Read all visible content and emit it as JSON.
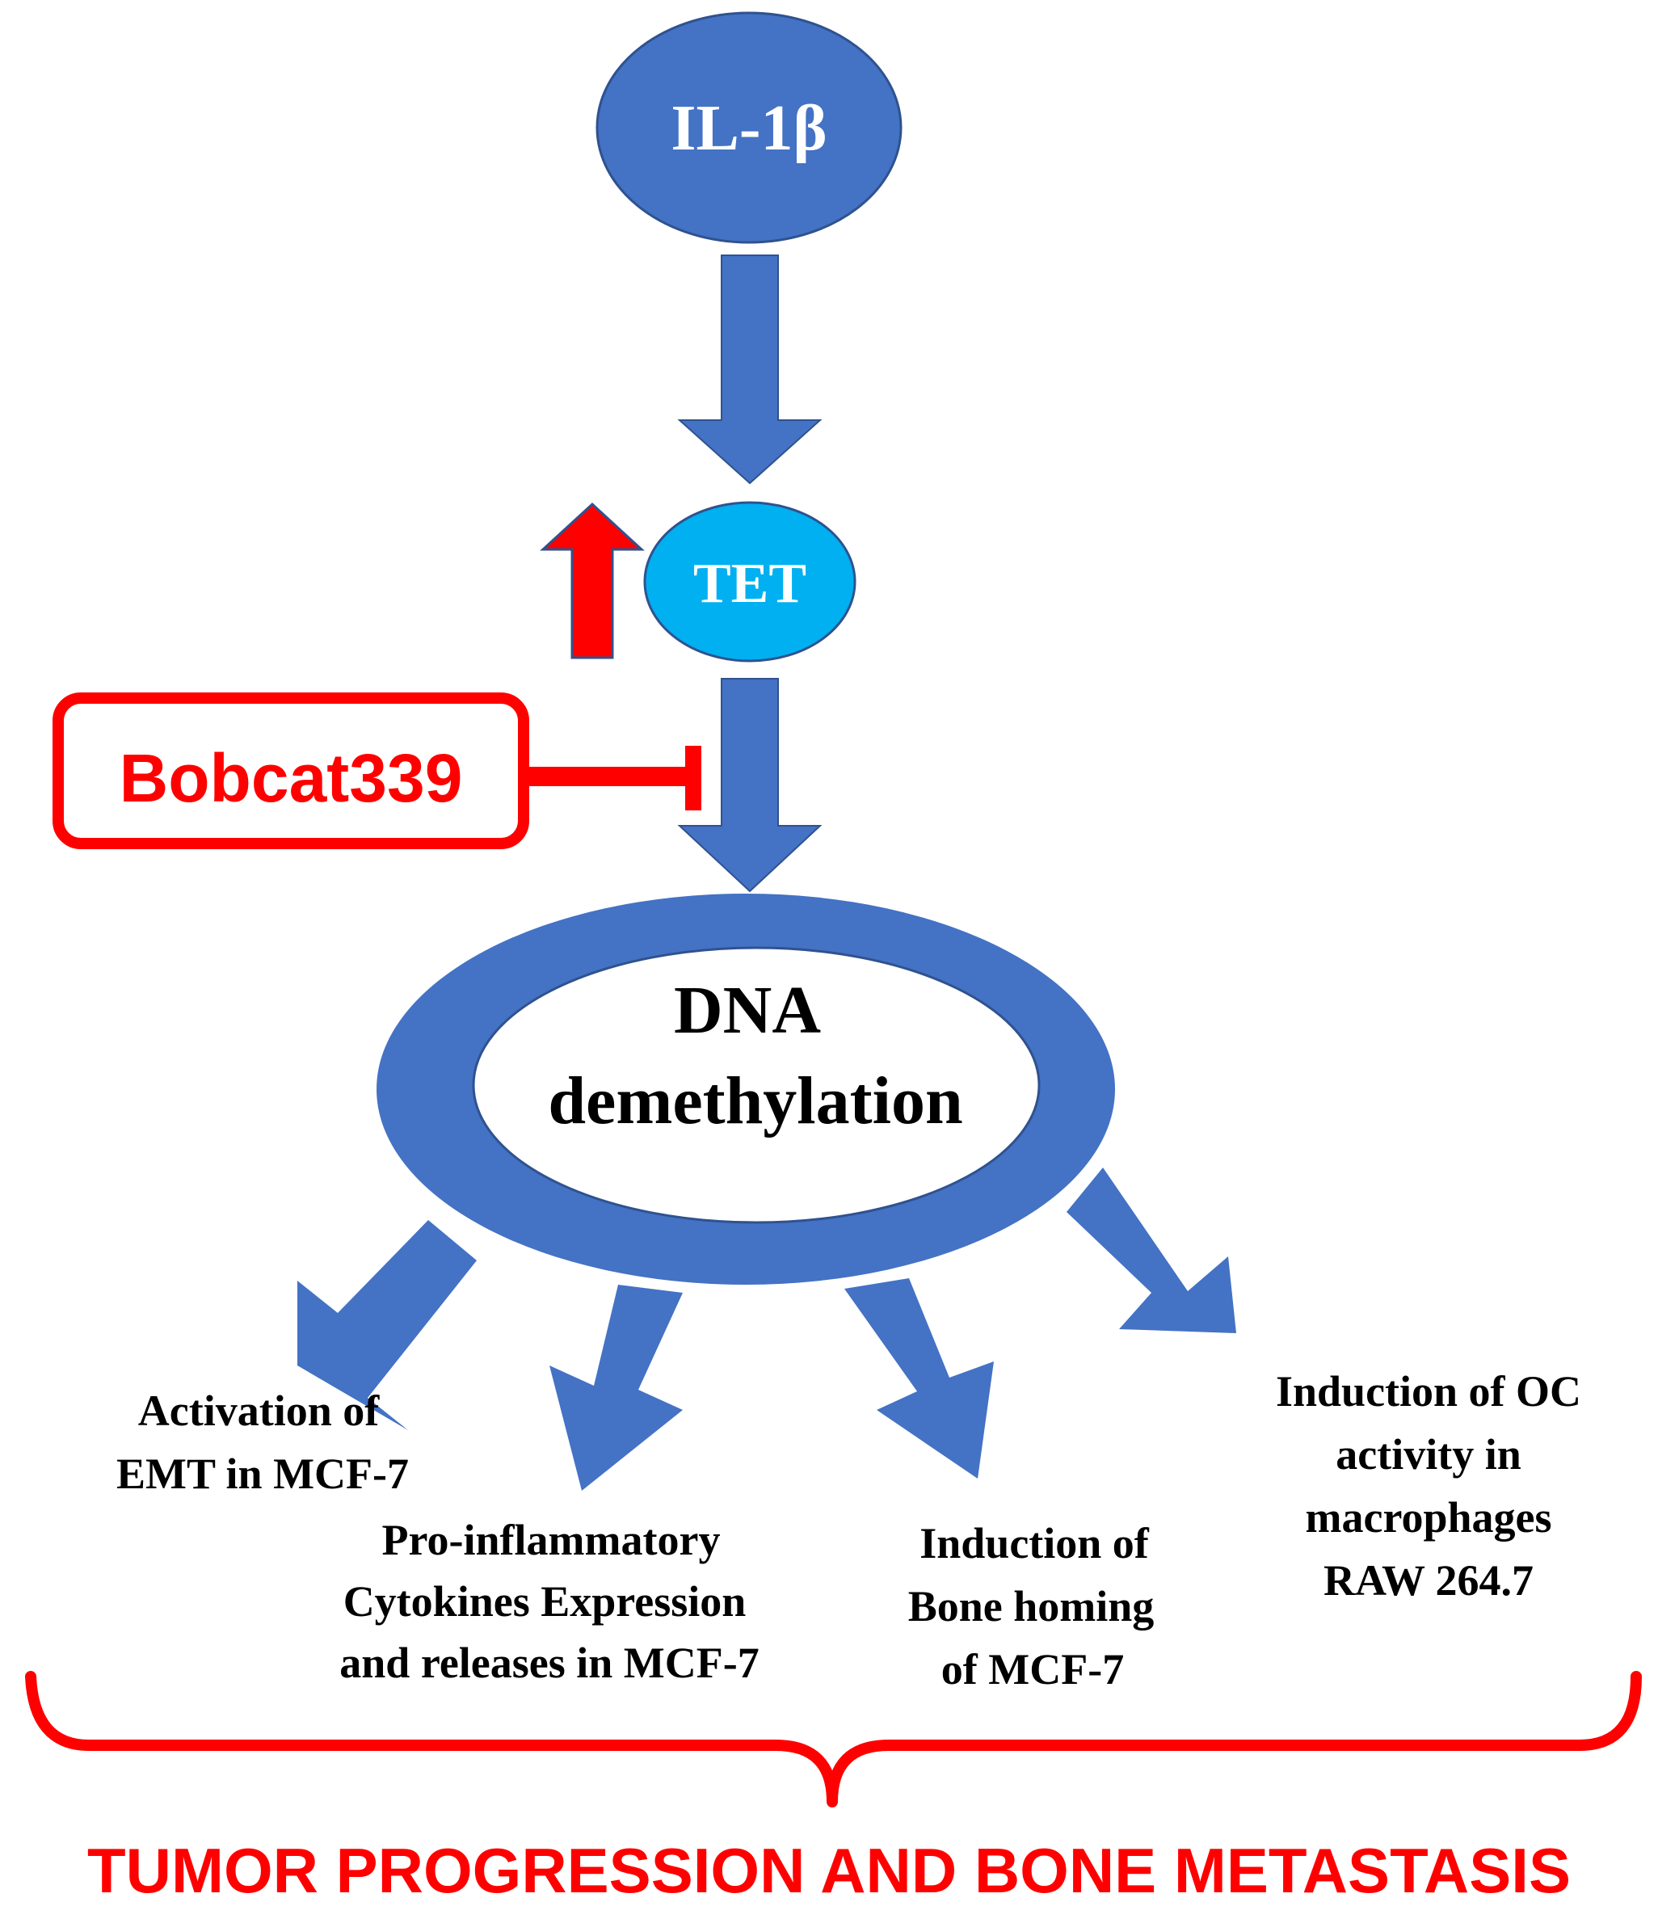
{
  "colors": {
    "primary_blue": "#4472C4",
    "tet_cyan": "#00B0F0",
    "accent_red": "#FF0000",
    "white": "#FFFFFF",
    "text_black": "#000000"
  },
  "nodes": {
    "il1b": "IL-1β",
    "tet": "TET",
    "inhibitor": "Bobcat339",
    "dna_line1": "DNA",
    "dna_line2": "demethylation"
  },
  "outcomes": {
    "emt": {
      "line1": "Activation of",
      "line2": "EMT in MCF-7"
    },
    "cytokines": {
      "line1": "Pro-inflammatory",
      "line2": "Cytokines Expression",
      "line3": "and releases in MCF-7"
    },
    "bone_homing": {
      "line1": "Induction of",
      "line2": "Bone homing",
      "line3": "of MCF-7"
    },
    "oc_activity": {
      "line1": "Induction of OC",
      "line2": "activity in",
      "line3": "macrophages",
      "line4": "RAW 264.7"
    }
  },
  "footer": {
    "conclusion": "TUMOR PROGRESSION AND BONE METASTASIS"
  },
  "icons": {
    "upregulation": "up-arrow-icon",
    "inhibition": "t-bar-inhibition-icon"
  }
}
